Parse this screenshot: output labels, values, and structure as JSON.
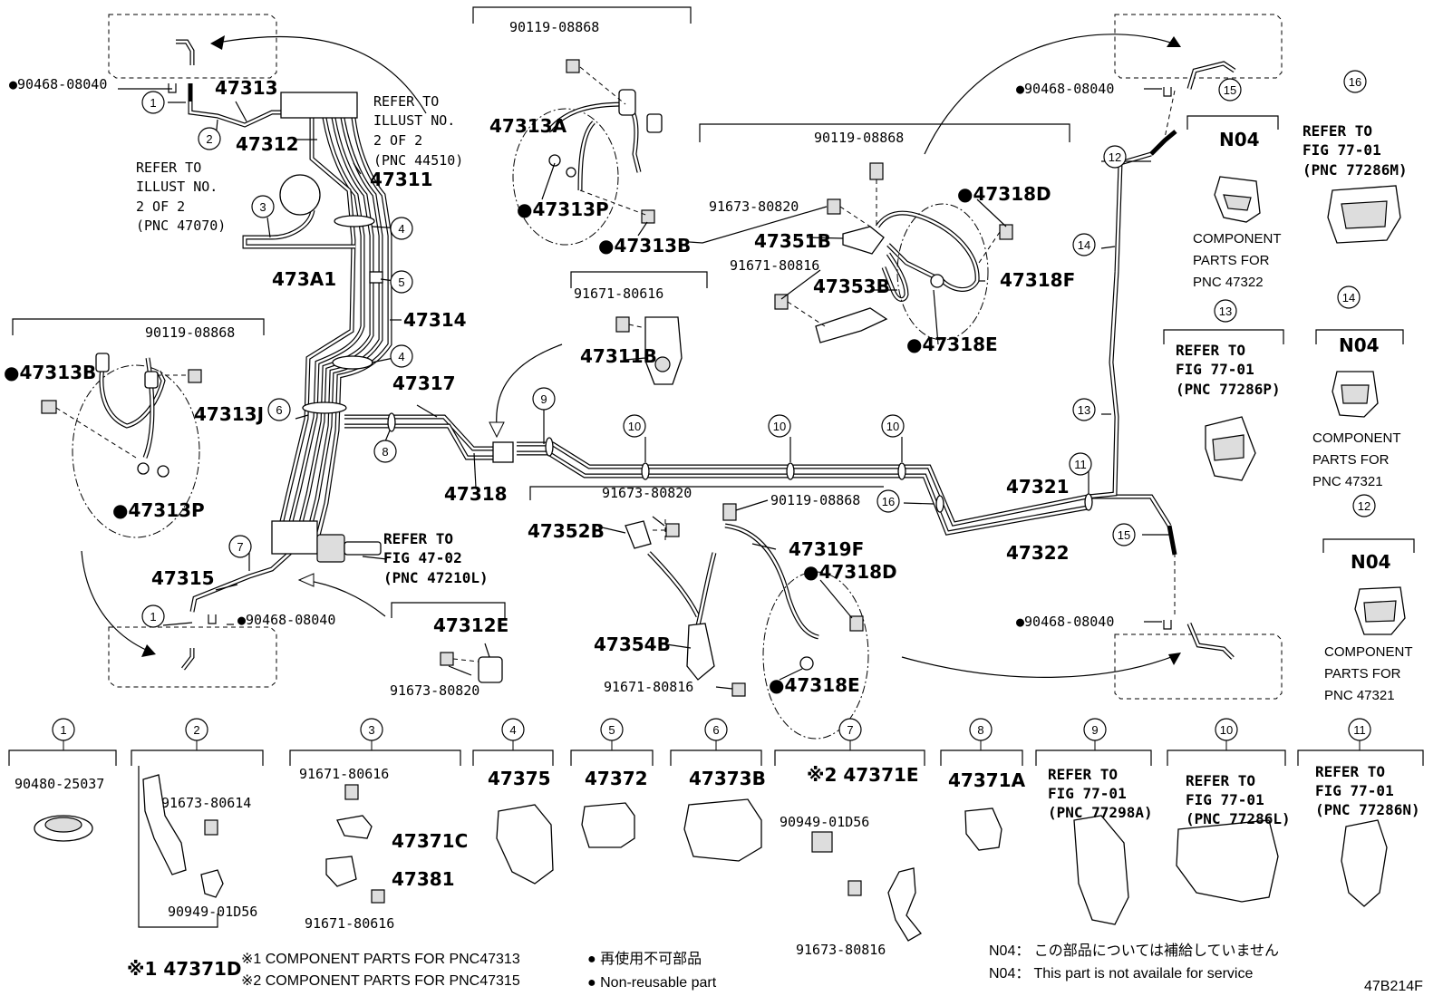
{
  "drawing_id": "47B214F",
  "part_numbers": {
    "p47313": "47313",
    "p47312": "47312",
    "p47311": "47311",
    "p473A1": "473A1",
    "p47314": "47314",
    "p47317": "47317",
    "p47318": "47318",
    "p47315": "47315",
    "p47313A": "47313A",
    "p47313P_a": "●47313P",
    "p47313B_a": "●47313B",
    "p47313B_b": "●47313B",
    "p47313J": "47313J",
    "p47313P_b": "●47313P",
    "p47311B": "47311B",
    "p47351B": "47351B",
    "p47353B": "47353B",
    "p47318D_a": "●47318D",
    "p47318F": "47318F",
    "p47318E_a": "●47318E",
    "p47352B": "47352B",
    "p47319F": "47319F",
    "p47318D_b": "●47318D",
    "p47354B": "47354B",
    "p47318E_b": "●47318E",
    "p47312E": "47312E",
    "p47321": "47321",
    "p47322": "47322"
  },
  "bolts": {
    "b1": "●90468-08040",
    "b2": "90119-08868",
    "b3": "90119-08868",
    "b4": "90119-08868",
    "b5": "91671-80616",
    "b6": "91673-80820",
    "b7": "91671-80816",
    "b8": "●90468-08040",
    "b9": "91673-80820",
    "b10": "90119-08868",
    "b11": "91671-80816",
    "b12": "●90468-08040",
    "b13": "91673-80820",
    "b14": "●90468-08040"
  },
  "refs": {
    "r1": [
      "REFER TO",
      "ILLUST NO.",
      "2 OF 2",
      "(PNC 44510)"
    ],
    "r2": [
      "REFER TO",
      "ILLUST NO.",
      "2 OF 2",
      "(PNC 47070)"
    ],
    "r3": [
      "REFER TO",
      "FIG 47-02",
      "(PNC 47210L)"
    ],
    "r4": [
      "REFER TO",
      "FIG 77-01",
      "(PNC 77286M)"
    ],
    "r5": [
      "REFER TO",
      "FIG 77-01",
      "(PNC 77286P)"
    ],
    "c1": [
      "COMPONENT",
      "PARTS FOR",
      "PNC 47322"
    ],
    "c2": [
      "COMPONENT",
      "PARTS FOR",
      "PNC 47321"
    ],
    "c3": [
      "COMPONENT",
      "PARTS FOR",
      "PNC 47321"
    ],
    "n04a": "N04",
    "n04b": "N04",
    "n04c": "N04"
  },
  "callouts": [
    "1",
    "2",
    "3",
    "4",
    "5",
    "4",
    "6",
    "7",
    "1",
    "8",
    "9",
    "10",
    "10",
    "10",
    "16",
    "11",
    "12",
    "14",
    "13",
    "15",
    "15",
    "16",
    "13",
    "14",
    "12"
  ],
  "bottom_parts": [
    {
      "num": "1",
      "pn": "90480-25037"
    },
    {
      "num": "2",
      "pn_a": "91673-80614",
      "pn_b": "90949-01D56",
      "pn_c": "※1 47371D"
    },
    {
      "num": "3",
      "pn_a": "91671-80616",
      "pn_b": "47371C",
      "pn_c": "47381",
      "pn_d": "91671-80616"
    },
    {
      "num": "4",
      "pn": "47375"
    },
    {
      "num": "5",
      "pn": "47372"
    },
    {
      "num": "6",
      "pn": "47373B"
    },
    {
      "num": "7",
      "pn_a": "※2 47371E",
      "pn_b": "90949-01D56",
      "pn_c": "91673-80816"
    },
    {
      "num": "8",
      "pn": "47371A"
    },
    {
      "num": "9",
      "ref": [
        "REFER TO",
        "FIG 77-01",
        "(PNC 77298A)"
      ]
    },
    {
      "num": "10",
      "ref": [
        "REFER TO",
        "FIG 77-01",
        "(PNC 77286L)"
      ]
    },
    {
      "num": "11",
      "ref": [
        "REFER TO",
        "FIG 77-01",
        "(PNC 77286N)"
      ]
    }
  ],
  "footnotes": {
    "f1": "※1 COMPONENT PARTS FOR PNC47313",
    "f2": "※2 COMPONENT PARTS FOR PNC47315",
    "f3": "● 再使用不可部品",
    "f4": "● Non-reusable part",
    "f5": "N04： この部品については補給していません",
    "f6": "N04：  This part is not availale for service"
  }
}
